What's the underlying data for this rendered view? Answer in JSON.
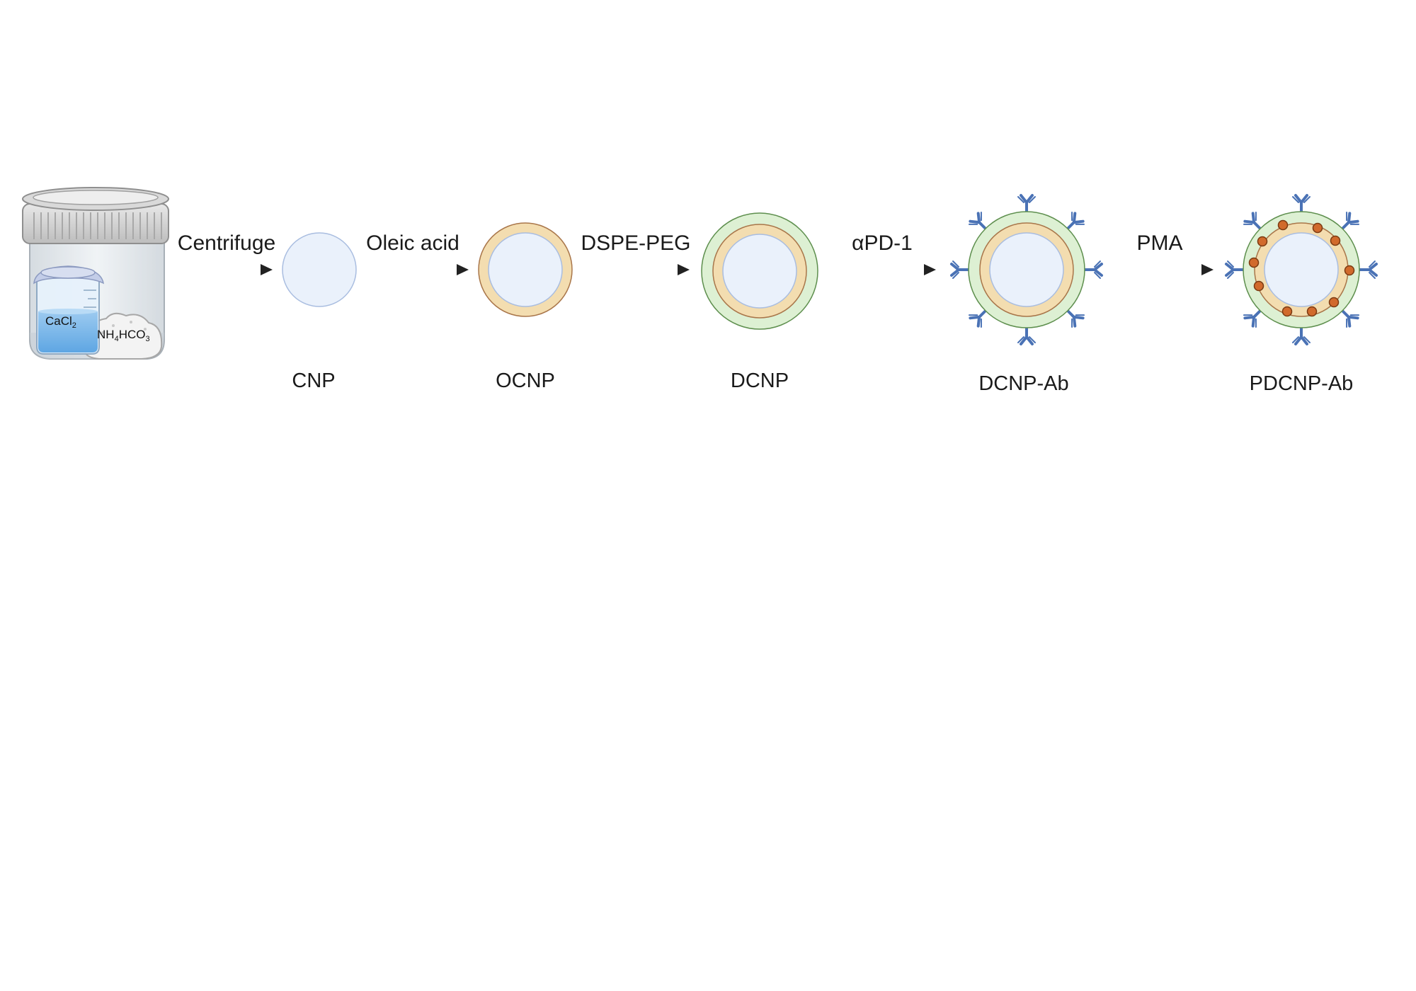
{
  "flow": {
    "start": {
      "beaker_label": "CaCl",
      "beaker_sub": "2",
      "powder_label_a": "NH",
      "powder_sub_a": "4",
      "powder_label_b": "HCO",
      "powder_sub_b": "3"
    },
    "steps": [
      {
        "label": "Centrifuge"
      },
      {
        "label": "Oleic acid"
      },
      {
        "label": "DSPE-PEG"
      },
      {
        "label": "αPD-1"
      },
      {
        "label": "PMA"
      }
    ],
    "particles": [
      {
        "label": "CNP"
      },
      {
        "label": "OCNP"
      },
      {
        "label": "DCNP"
      },
      {
        "label": "DCNP-Ab"
      },
      {
        "label": "PDCNP-Ab"
      }
    ]
  },
  "colors": {
    "core_fill": "#eaf1fb",
    "core_stroke": "#a9bde0",
    "oleic_fill": "#f3ddb0",
    "oleic_stroke": "#a9764a",
    "peg_fill": "#ddf0d3",
    "peg_stroke": "#5e8f4e",
    "antibody": "#4a72b5",
    "pma_dot": "#d16a2c",
    "arrow": "#222222"
  }
}
